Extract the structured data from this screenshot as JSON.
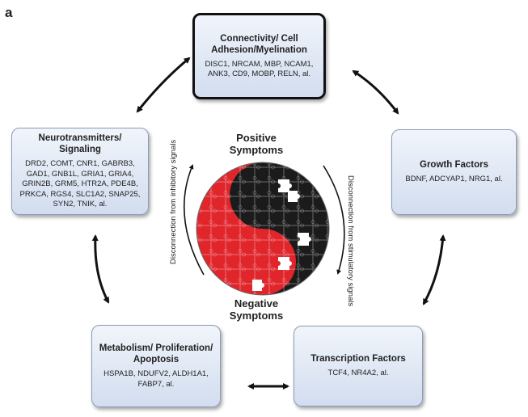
{
  "panel_label": "a",
  "boxes": {
    "connectivity": {
      "title": "Connectivity/ Cell Adhesion/Myelination",
      "genes": "DISC1, NRCAM, MBP, NCAM1, ANK3, CD9, MOBP, RELN, al."
    },
    "neurotransmitters": {
      "title": "Neurotransmitters/ Signaling",
      "genes": "DRD2, COMT, CNR1, GABRB3, GAD1, GNB1L, GRIA1, GRIA4, GRIN2B, GRM5, HTR2A, PDE4B, PRKCA, RGS4, SLC1A2, SNAP25, SYN2, TNIK, al."
    },
    "growth": {
      "title": "Growth Factors",
      "genes": "BDNF, ADCYAP1, NRG1, al."
    },
    "metabolism": {
      "title": "Metabolism/ Proliferation/ Apoptosis",
      "genes": "HSPA1B, NDUFV2, ALDH1A1, FABP7, al."
    },
    "transcription": {
      "title": "Transcription Factors",
      "genes": "TCF4, NR4A2, al."
    }
  },
  "center": {
    "positive": "Positive Symptoms",
    "negative": "Negative Symptoms",
    "left_label": "Disconnection from inhibitory signals",
    "right_label": "Disconnection from stimulatory signals",
    "colors": {
      "red": "#e0252b",
      "black": "#1b1b1b",
      "white": "#ffffff"
    }
  }
}
